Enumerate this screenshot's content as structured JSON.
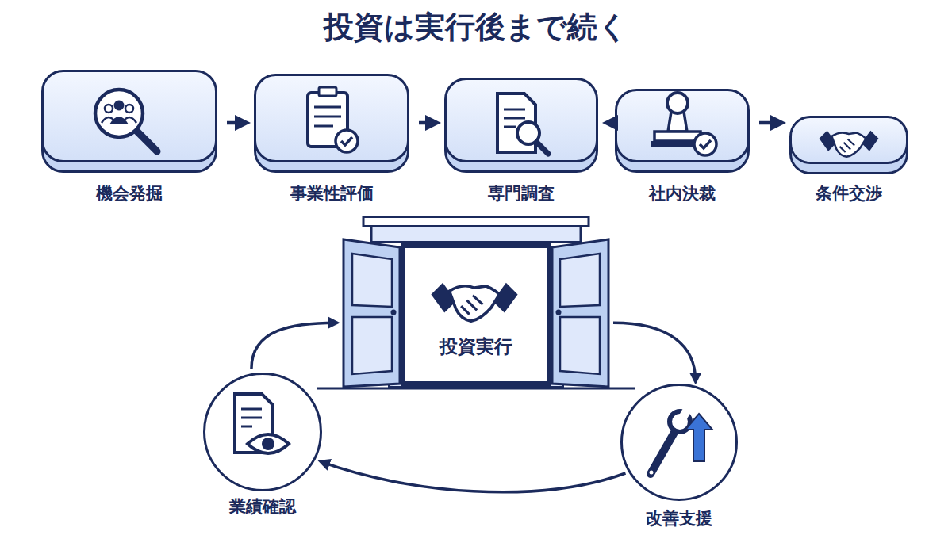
{
  "diagram": {
    "title": "投資は実行後まで続く",
    "nodes": [
      {
        "text": [
          "機会発掘"
        ]
      },
      {
        "text": [
          "事業性評価"
        ]
      },
      {
        "text": [
          "専門調査"
        ]
      },
      {
        "text": [
          "社内決裁"
        ]
      },
      {
        "text": [
          "条件交渉"
        ]
      },
      {
        "text": [
          "投資実行"
        ]
      },
      {
        "text": [
          "改善支援"
        ]
      },
      {
        "text": [
          "業績確認"
        ]
      }
    ],
    "edges": [
      {
        "from": 0,
        "to": 1,
        "arrow": "to"
      },
      {
        "from": 1,
        "to": 2,
        "arrow": "to"
      },
      {
        "from": 2,
        "to": 3,
        "arrow": "to"
      },
      {
        "from": 3,
        "to": 4,
        "arrow": "to"
      },
      {
        "from": 5,
        "to": 6,
        "arrow": "to"
      },
      {
        "from": 6,
        "to": 7,
        "arrow": "to"
      },
      {
        "from": 7,
        "to": 5,
        "arrow": "to"
      }
    ]
  }
}
